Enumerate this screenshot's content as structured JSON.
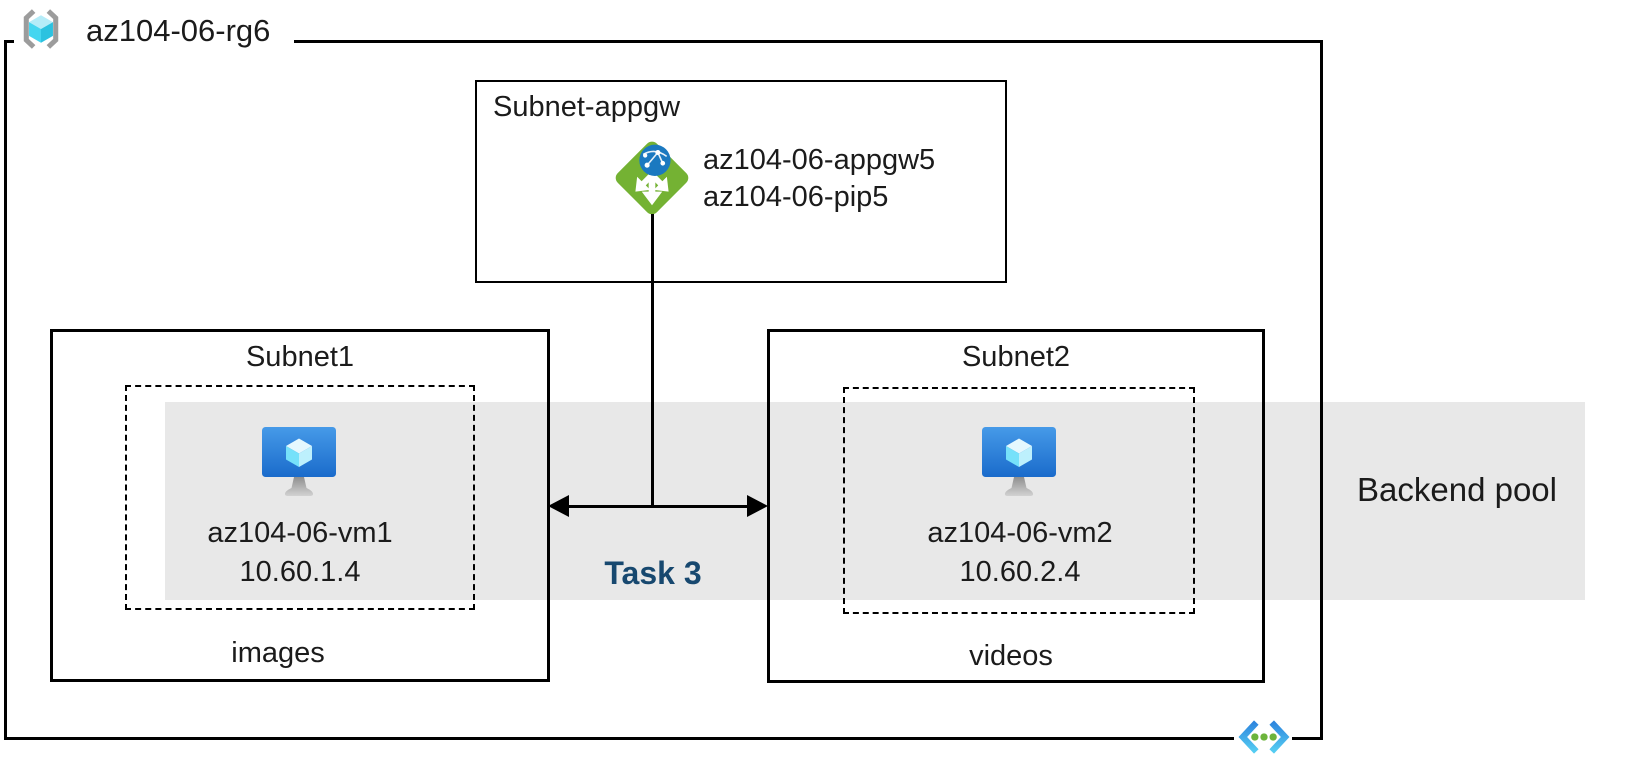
{
  "resource_group": {
    "label": "az104-06-rg6",
    "icon": "resource-group-icon"
  },
  "gateway_subnet": {
    "title": "Subnet-appgw",
    "gateway_name": "az104-06-appgw5",
    "public_ip_name": "az104-06-pip5",
    "icon": "application-gateway-icon"
  },
  "subnet1": {
    "title": "Subnet1",
    "vm_name": "az104-06-vm1",
    "vm_ip": "10.60.1.4",
    "app_label": "images",
    "icon": "virtual-machine-icon"
  },
  "subnet2": {
    "title": "Subnet2",
    "vm_name": "az104-06-vm2",
    "vm_ip": "10.60.2.4",
    "app_label": "videos",
    "icon": "virtual-machine-icon"
  },
  "annotations": {
    "task": "Task 3",
    "backend_pool": "Backend pool"
  },
  "bottom_icon": "virtual-network-icon",
  "colors": {
    "backend_band": "#e8e8e8",
    "task_text": "#17486f",
    "appgw_green": "#74b233",
    "appgw_globe_blue": "#1b79c0",
    "vm_blue_top": "#469ae8",
    "vm_blue_bottom": "#1a6bcb",
    "cube_cyan": "#50e6ff",
    "rg_bracket_gray": "#9c9c9c",
    "vnet_blue_dark": "#2e86de",
    "vnet_blue_light": "#55cdf2",
    "vnet_dot_green": "#6cb43c"
  }
}
